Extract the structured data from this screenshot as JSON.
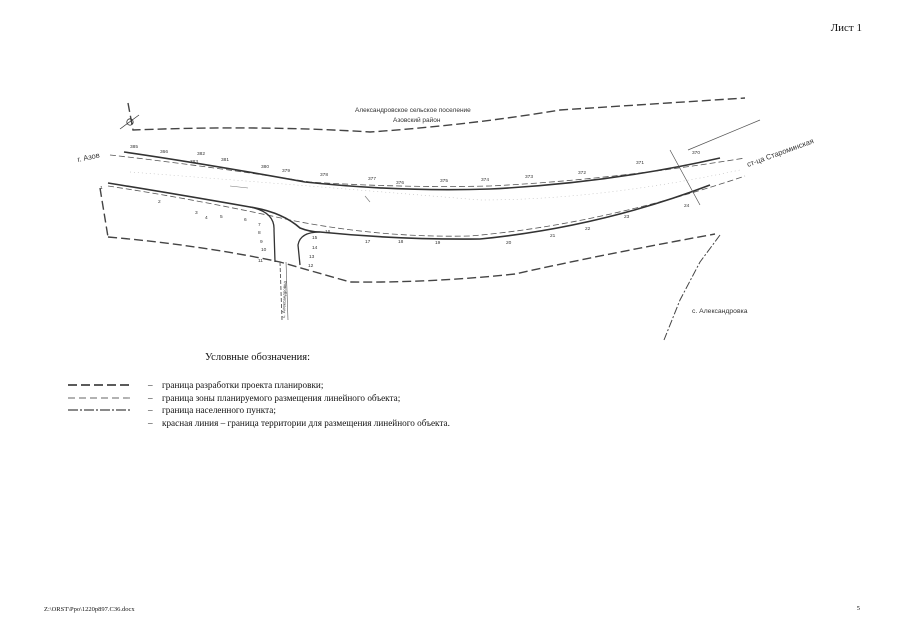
{
  "sheet": {
    "label": "Лист 1"
  },
  "map": {
    "settlement_label": "Александровское сельское поселение",
    "district_label": "Азовский район",
    "road_azov": "г. Азов",
    "road_starominskaya": "ст-ца Староминская",
    "road_aleksandrovka": "с. Александровка",
    "road_south": "с. Александровка",
    "upper_points": [
      "385",
      "366",
      "382",
      "383",
      "381",
      "380",
      "379",
      "378",
      "377",
      "376",
      "375",
      "374",
      "373",
      "372",
      "371",
      "370"
    ],
    "lower_points": [
      "1",
      "2",
      "3",
      "4",
      "5",
      "6",
      "7",
      "8",
      "9",
      "10",
      "11",
      "12",
      "13",
      "14",
      "15",
      "16",
      "17",
      "18",
      "19",
      "20",
      "21",
      "22",
      "23",
      "24"
    ]
  },
  "legend": {
    "title": "Условные обозначения:",
    "items": [
      {
        "dash": "–",
        "text": "граница разработки проекта планировки;"
      },
      {
        "dash": "–",
        "text": "граница зоны планируемого размещения линейного объекта;"
      },
      {
        "dash": "–",
        "text": "граница населенного пункта;"
      },
      {
        "dash": "–",
        "text": "красная линия – граница территории для размещения линейного объекта."
      }
    ]
  },
  "footer": {
    "file_path": "Z:\\ORST\\Ppo\\1220p897.СЗ6.docx",
    "page_number": "5"
  }
}
